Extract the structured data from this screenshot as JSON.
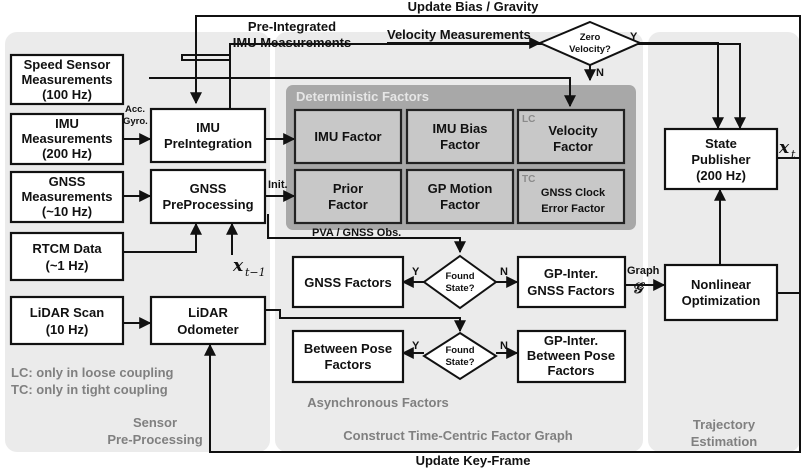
{
  "top_label": "Update Bias / Gravity",
  "bottom_label": "Update Key-Frame",
  "panels": {
    "sensor": [
      "Sensor",
      "Pre-Processing"
    ],
    "graph": [
      "Construct Time-Centric Factor Graph"
    ],
    "trajectory": [
      "Trajectory",
      "Estimation"
    ]
  },
  "inputs": {
    "speed": [
      "Speed Sensor",
      "Measurements",
      "(100 Hz)"
    ],
    "imu": [
      "IMU",
      "Measurements",
      "(200 Hz)"
    ],
    "gnss": [
      "GNSS",
      "Measurements",
      "(~10 Hz)"
    ],
    "rtcm": [
      "RTCM Data",
      "(~1 Hz)"
    ],
    "lidar": [
      "LiDAR Scan",
      "(10 Hz)"
    ]
  },
  "preprocess": {
    "imu": [
      "IMU",
      "PreIntegration"
    ],
    "gnss": [
      "GNSS",
      "PreProcessing"
    ],
    "lidar": [
      "LiDAR",
      "Odometer"
    ]
  },
  "deterministic": {
    "title": "Deterministic Factors",
    "imu_factor": [
      "IMU Factor"
    ],
    "imu_bias": [
      "IMU Bias",
      "Factor"
    ],
    "velocity": [
      "Velocity",
      "Factor"
    ],
    "prior": [
      "Prior",
      "Factor"
    ],
    "gp_motion": [
      "GP Motion",
      "Factor"
    ],
    "gnss_clock": [
      "GNSS Clock",
      "Error Factor"
    ],
    "lc_tag": "LC",
    "tc_tag": "TC"
  },
  "async": {
    "title": "Asynchronous Factors",
    "gnss_factors": [
      "GNSS Factors"
    ],
    "gp_gnss": [
      "GP-Inter.",
      "GNSS Factors"
    ],
    "between_pose": [
      "Between Pose",
      "Factors"
    ],
    "gp_between": [
      "GP-Inter.",
      "Between Pose",
      "Factors"
    ],
    "found_state": [
      "Found",
      "State?"
    ]
  },
  "edge_labels": {
    "pre_integrated": [
      "Pre-Integrated",
      "IMU Measurements"
    ],
    "velocity_meas": "Velocity Measurements",
    "acc": "Acc.",
    "gyro": "Gyro.",
    "init": "Init.",
    "pva": "PVA / GNSS Obs.",
    "graph": "Graph",
    "graph_symbol": "𝒢",
    "xt_prev": "x",
    "xt_prev_sub": "t−1",
    "xt": "x",
    "xt_sub": "t",
    "yes": "Y",
    "no": "N"
  },
  "zero_velocity": [
    "Zero",
    "Velocity?"
  ],
  "trajectory": {
    "publisher": [
      "State",
      "Publisher",
      "(200 Hz)"
    ],
    "optimization": [
      "Nonlinear",
      "Optimization"
    ]
  },
  "legend": [
    "LC: only in loose coupling",
    "TC: only in tight coupling"
  ]
}
